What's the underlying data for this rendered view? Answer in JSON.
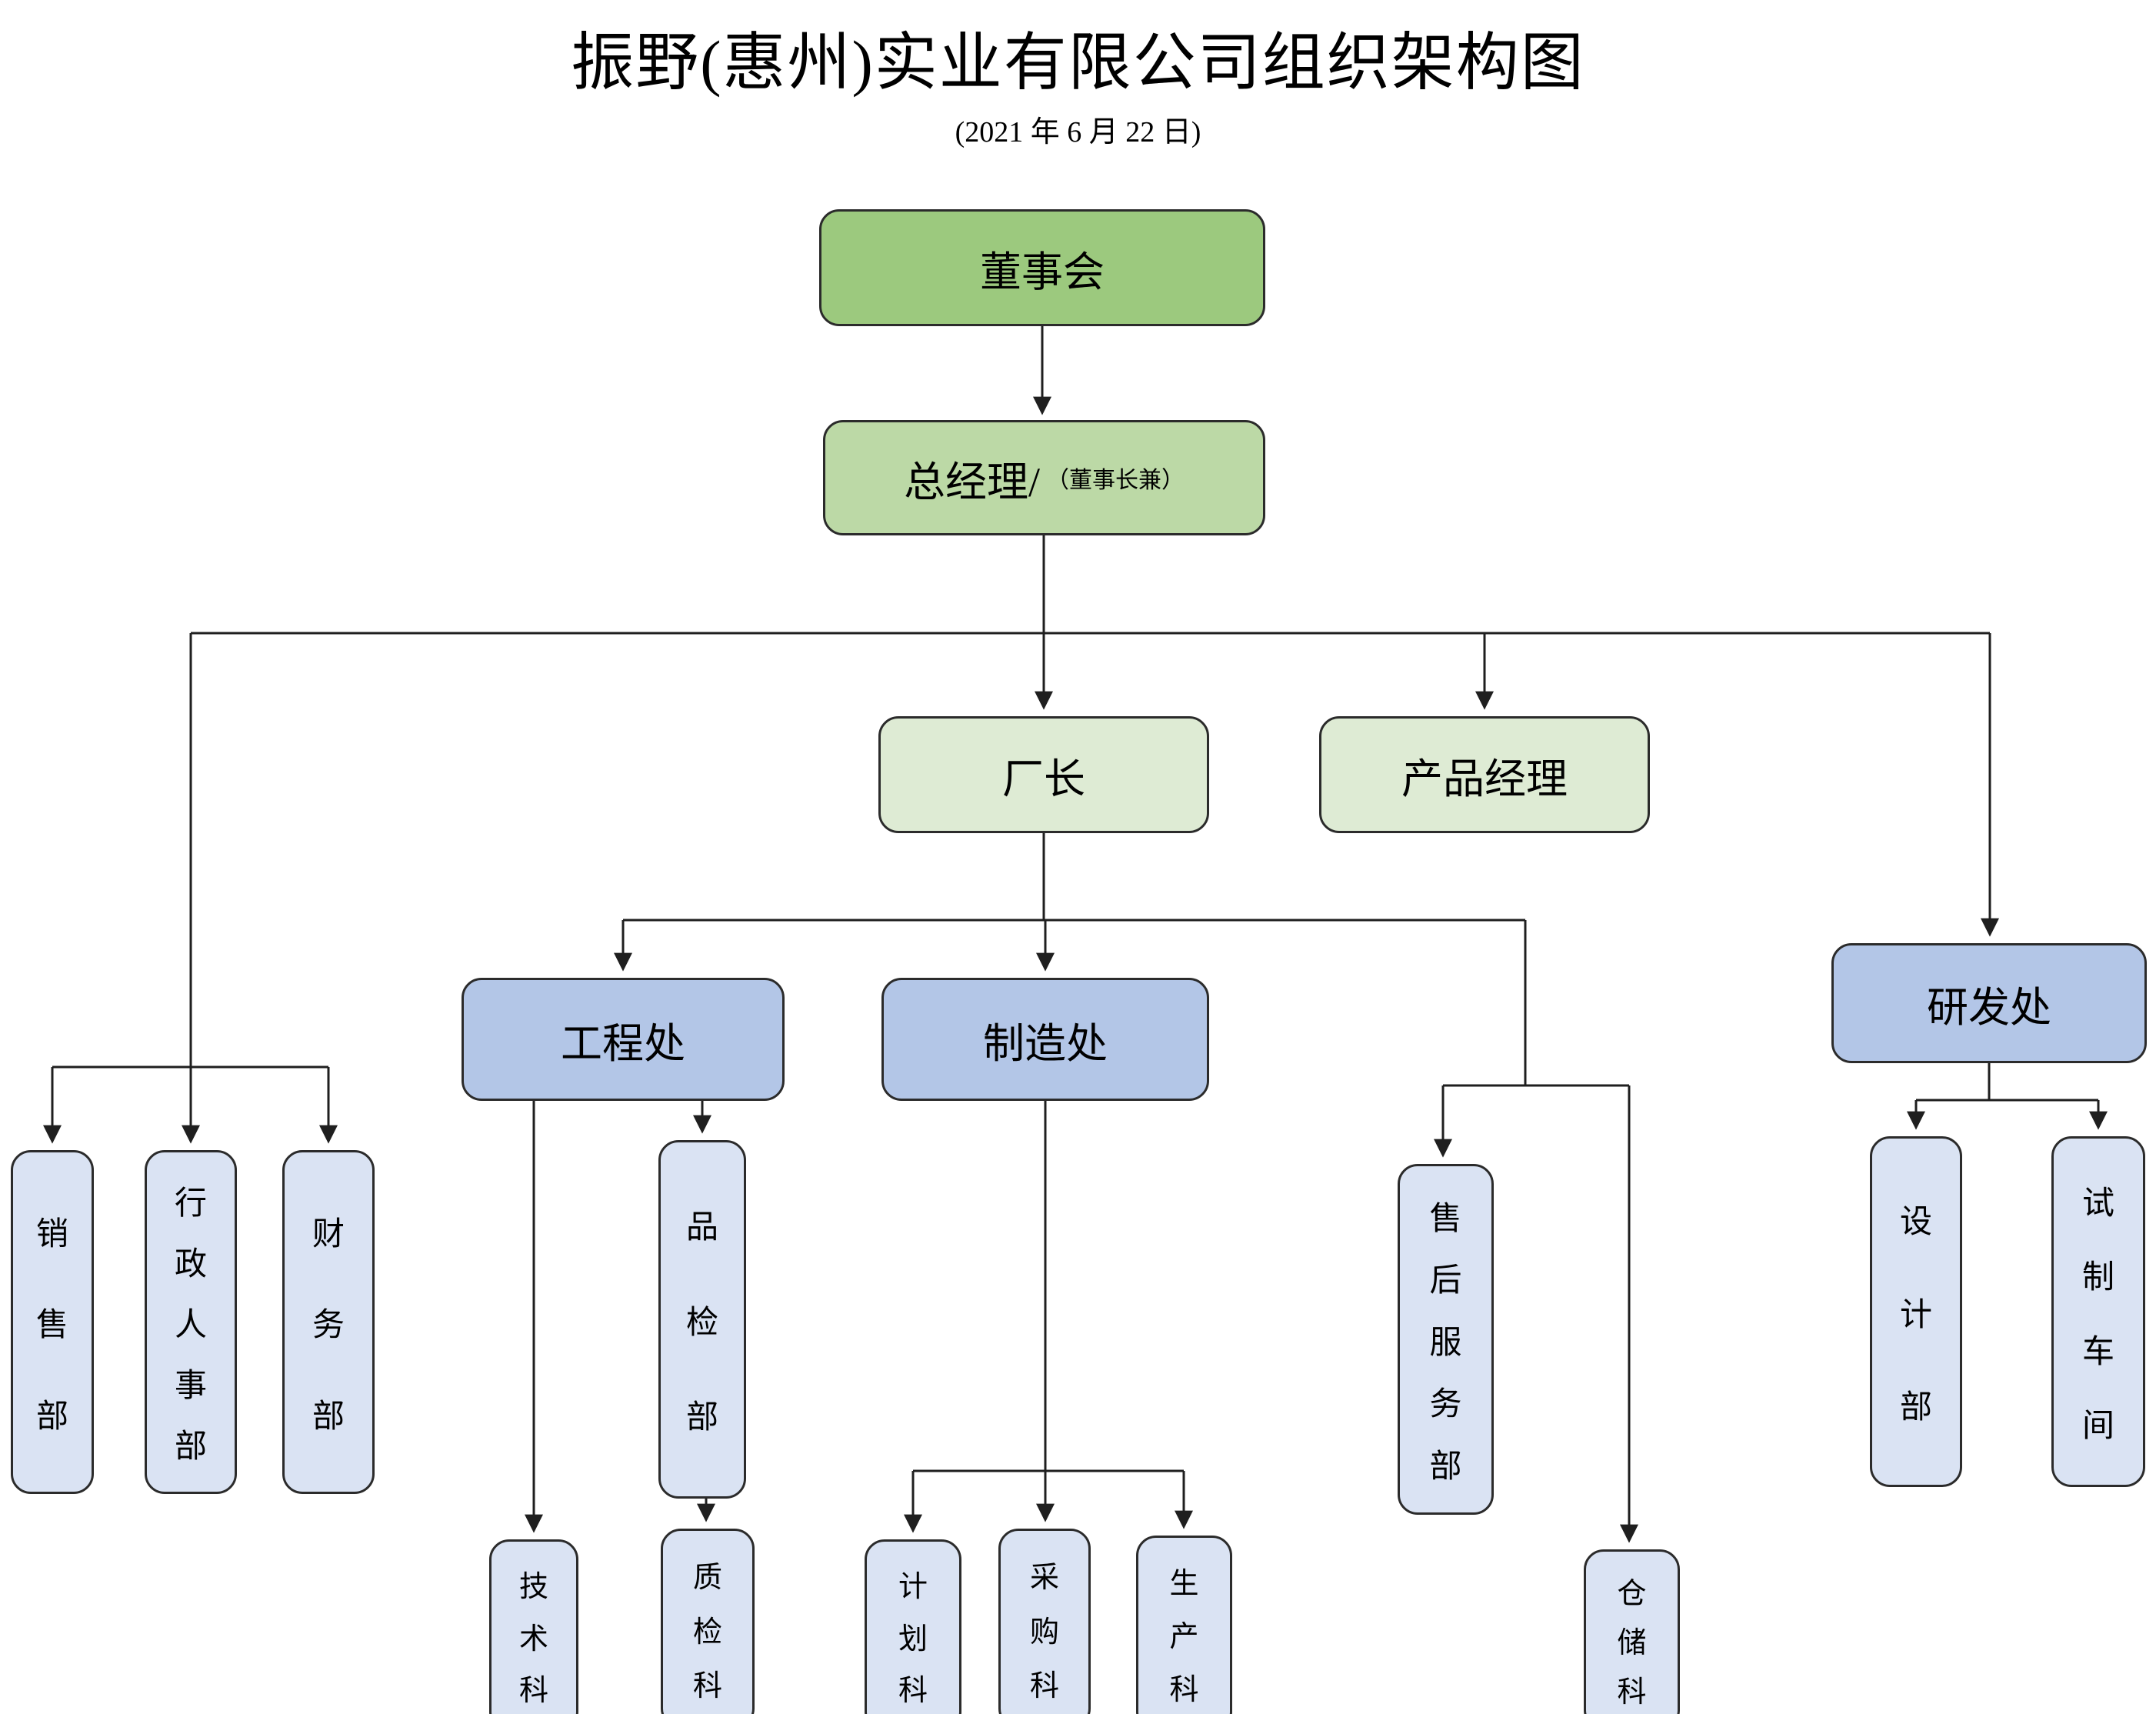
{
  "title": "振野(惠州)实业有限公司组织架构图",
  "subtitle": "(2021 年 6 月 22 日)",
  "nodes": {
    "board": {
      "label": "董事会"
    },
    "general_manager": {
      "label": "总经理/",
      "suffix": "（董事长兼）"
    },
    "factory_director": {
      "label": "厂长"
    },
    "product_manager": {
      "label": "产品经理"
    },
    "rd_office": {
      "label": "研发处"
    },
    "engineering_office": {
      "label": "工程处"
    },
    "manufacturing_office": {
      "label": "制造处"
    },
    "sales_dept": {
      "label": "销售部"
    },
    "admin_hr_dept": {
      "label": "行政人事部"
    },
    "finance_dept": {
      "label": "财务部"
    },
    "quality_inspection_dept": {
      "label": "品检部"
    },
    "after_sales_service_dept": {
      "label": "售后服务部"
    },
    "design_dept": {
      "label": "设计部"
    },
    "trial_production_workshop": {
      "label": "试制车间"
    },
    "technical_section": {
      "label": "技术科"
    },
    "quality_check_section": {
      "label": "质检科"
    },
    "planning_section": {
      "label": "计划科"
    },
    "purchasing_section": {
      "label": "采购科"
    },
    "production_section": {
      "label": "生产科"
    },
    "warehouse_section": {
      "label": "仓储科"
    }
  },
  "colors": {
    "board_fill": "#9CC97E",
    "gm_fill": "#BCD9A6",
    "light_green_fill": "#DEEBD4",
    "blue_fill": "#B3C6E7",
    "light_blue_fill": "#DAE3F3",
    "line": "#2B2B2B"
  }
}
